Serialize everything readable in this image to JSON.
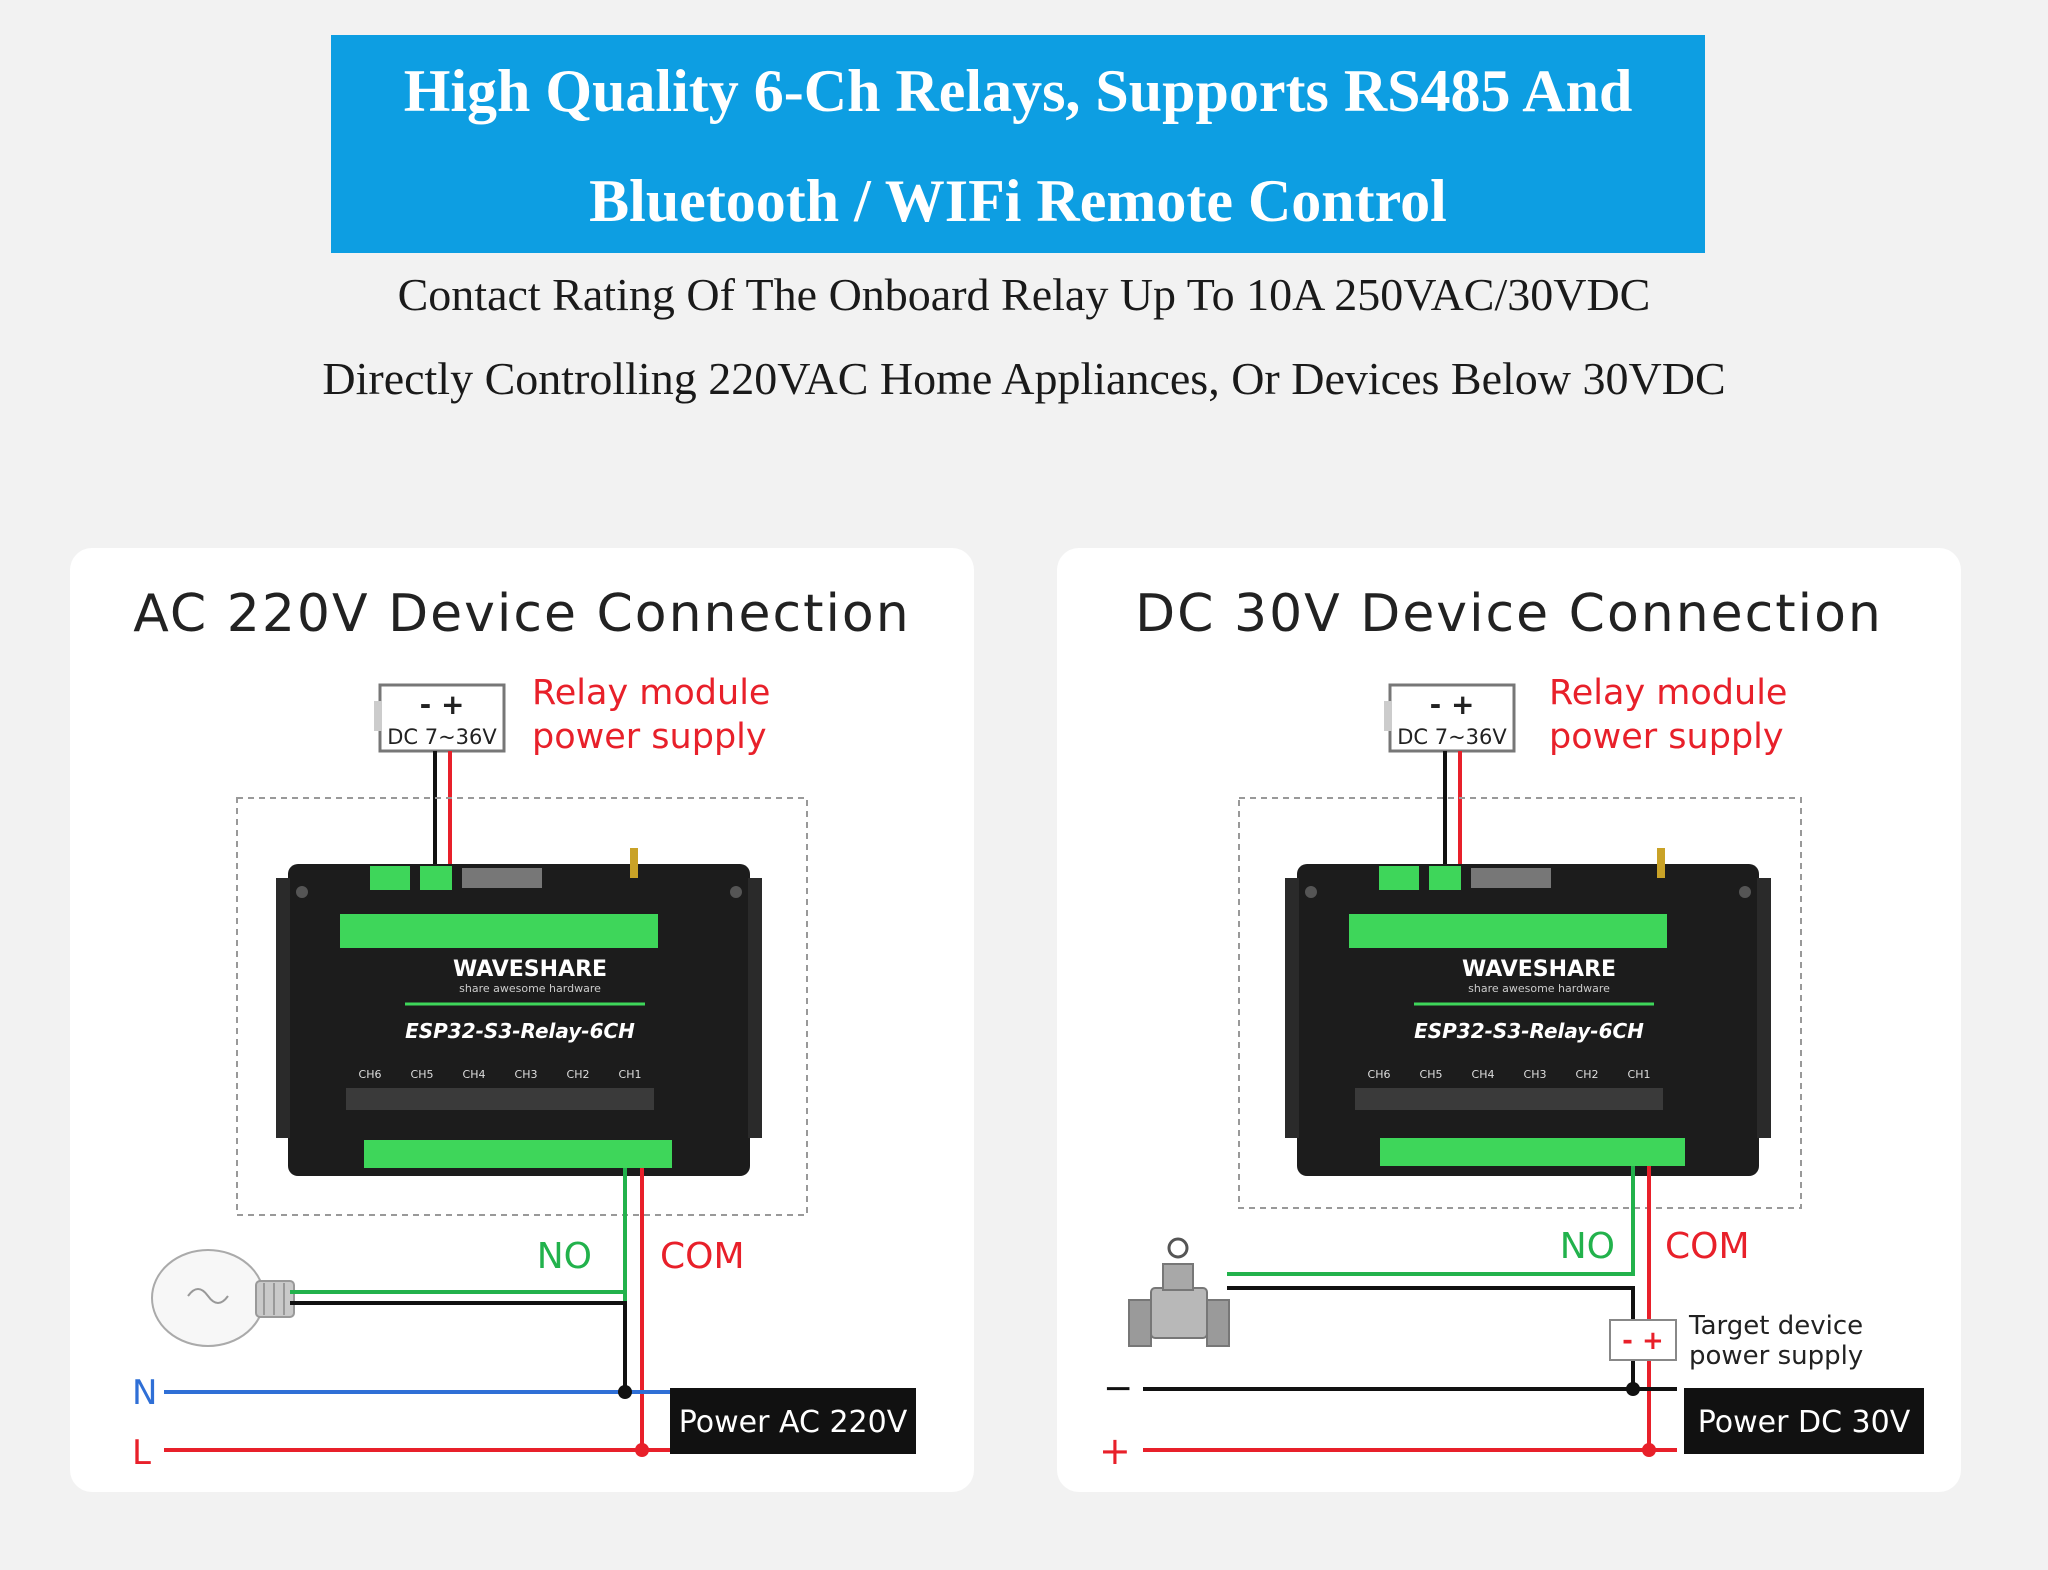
{
  "banner": {
    "line1": "High Quality 6-Ch Relays, Supports RS485 And",
    "line2": "Bluetooth / WIFi Remote Control"
  },
  "subtitles": {
    "line1": "Contact Rating Of The Onboard Relay Up To 10A 250VAC/30VDC",
    "line2": "Directly Controlling 220VAC Home Appliances, Or Devices Below 30VDC"
  },
  "ac_panel": {
    "title": "AC 220V Device Connection",
    "psu_polarity": "-  +",
    "psu_voltage": "DC 7~36V",
    "psu_label_line1": "Relay module",
    "psu_label_line2": "power supply",
    "terminal_no": "NO",
    "terminal_com": "COM",
    "line_n": "N",
    "line_l": "L",
    "power_label": "Power AC 220V"
  },
  "dc_panel": {
    "title": "DC 30V Device Connection",
    "psu_polarity": "-  +",
    "psu_voltage": "DC 7~36V",
    "psu_label_line1": "Relay module",
    "psu_label_line2": "power supply",
    "terminal_no": "NO",
    "terminal_com": "COM",
    "target_polarity": "- +",
    "target_label_line1": "Target device",
    "target_label_line2": "power supply",
    "line_minus": "−",
    "line_plus": "+",
    "power_label": "Power DC 30V"
  },
  "module": {
    "brand": "WAVESHARE",
    "tagline": "share awesome hardware",
    "model": "ESP32-S3-Relay-6CH",
    "channels": [
      "CH6",
      "CH5",
      "CH4",
      "CH3",
      "CH2",
      "CH1"
    ]
  },
  "colors": {
    "banner": "#0d9ee2",
    "accent_red": "#e8202a",
    "accent_green": "#22b24c",
    "line_blue": "#2f6fd6",
    "terminal_green": "#3ed65a"
  }
}
